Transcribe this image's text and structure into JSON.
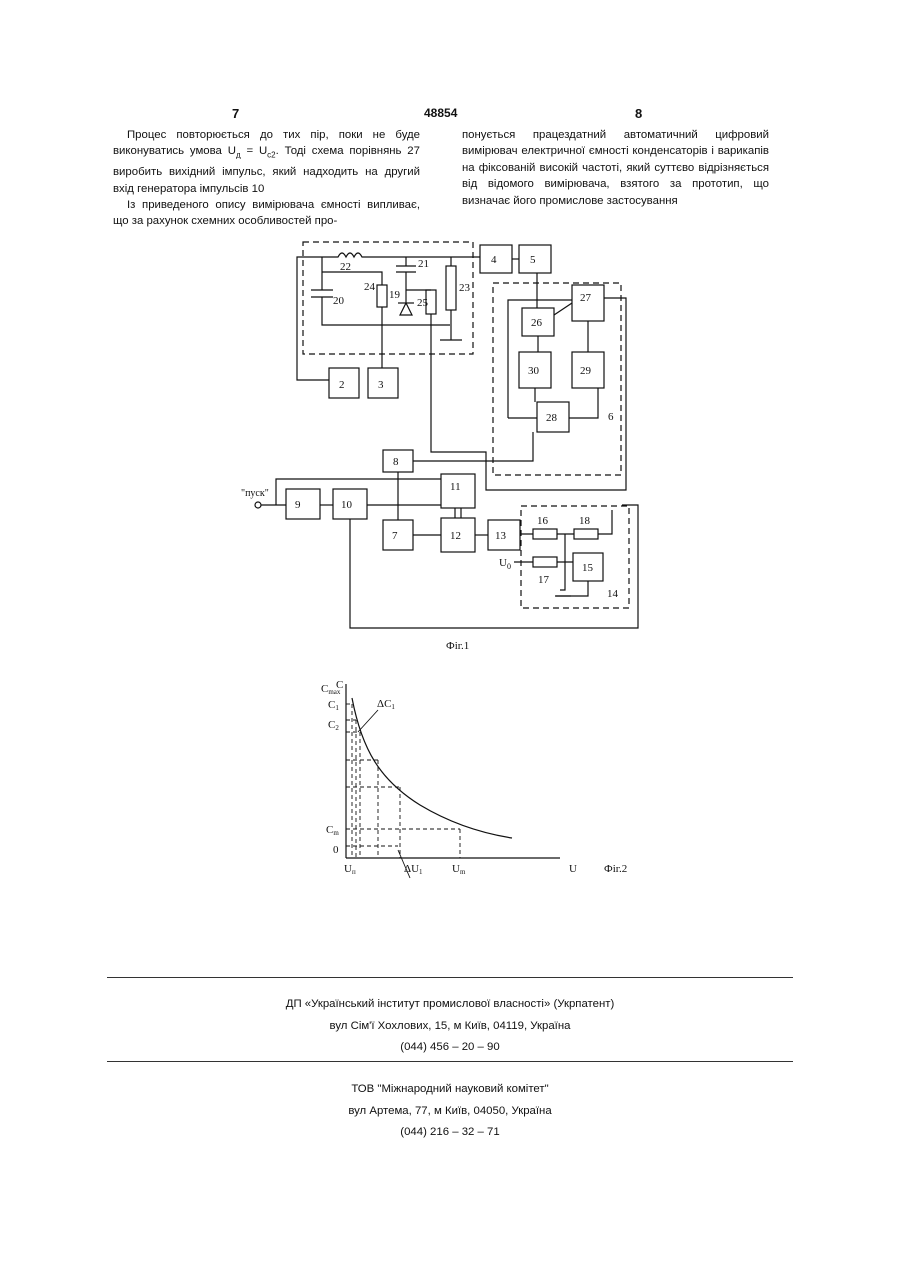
{
  "header": {
    "left_page": "7",
    "patent_number": "48854",
    "right_page": "8"
  },
  "left_column": [
    "Процес повторюється до тих пір, поки не буде виконуватись умова U",
    "Із приведеного опису вимірювача ємності випливає, що за рахунок схемних особливостей про-"
  ],
  "left_column_parts": {
    "p1_a": "Процес повторюється до тих пір, поки не буде виконуватись умова U",
    "p1_sub1": "д",
    "p1_b": " = U",
    "p1_sub2": "с2",
    "p1_c": ". Тоді схема порівнянь 27 виробить вихідний імпульс, який надходить на другий вхід генератора імпульсів 10",
    "p2": "Із приведеного опису вимірювача ємності випливає, що за рахунок схемних особливостей про-"
  },
  "right_column": {
    "p1": "понується працездатний автоматичний цифровий вимірювач електричної ємності конденсаторів і варикапів на фіксованій високій частоті, який суттєво відрізняється від відомого вимірювача, взятого за прототип, що визначає його промислове застосування"
  },
  "fig1": {
    "caption": "Фіг.1",
    "start_label": "\"пуск\"",
    "u0_label": "U",
    "u0_sub": "0",
    "blocks": [
      "2",
      "3",
      "4",
      "5",
      "6",
      "7",
      "8",
      "9",
      "10",
      "11",
      "12",
      "13",
      "14",
      "15",
      "16",
      "17",
      "18",
      "20",
      "21",
      "22",
      "23",
      "24",
      "25",
      "26",
      "27",
      "28",
      "29",
      "30"
    ]
  },
  "fig2": {
    "caption": "Фіг.2",
    "y_axis_label": "C",
    "x_axis_label": "U",
    "y_ticks": [
      "C_max",
      "C_1",
      "C_2",
      "C_m",
      "0"
    ],
    "y_tick_main": [
      "C",
      "C",
      "C",
      "C",
      "0"
    ],
    "y_tick_sub": [
      "max",
      "1",
      "2",
      "m",
      ""
    ],
    "x_ticks_main": [
      "U",
      "U"
    ],
    "x_ticks_sub": [
      "п",
      "m"
    ],
    "delta_c": "ΔC",
    "delta_c_sub": "1",
    "delta_u": "ΔU",
    "delta_u_sub": "1"
  },
  "footer": {
    "line1": "ДП «Український інститут промислової власності» (Укрпатент)",
    "line2": "вул  Сім'ї Хохлових, 15, м  Київ, 04119, Україна",
    "line3": "(044) 456 – 20 –  90",
    "line4": "ТОВ \"Міжнародний науковий комітет\"",
    "line5": "вул  Артема, 77, м  Київ, 04050, Україна",
    "line6": "(044) 216 – 32 – 71"
  }
}
